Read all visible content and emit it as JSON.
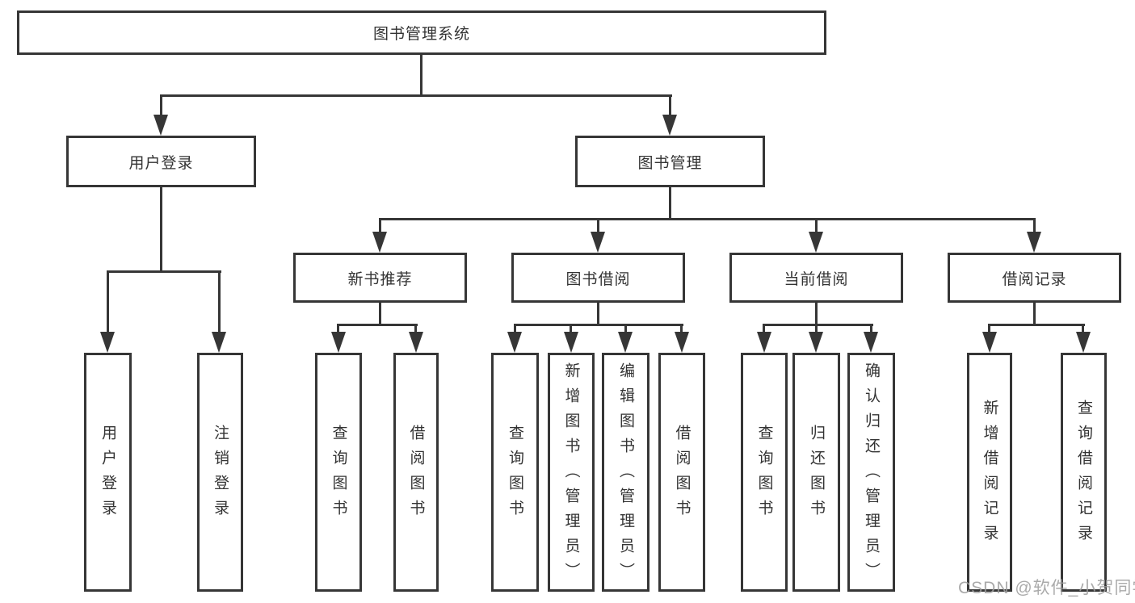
{
  "diagram": {
    "title": "图书管理系统",
    "watermark": "CSDN @软件_小贺同学",
    "nodes": [
      {
        "id": "root",
        "label": "图书管理系统"
      },
      {
        "id": "user-login-group",
        "label": "用户登录"
      },
      {
        "id": "book-management",
        "label": "图书管理"
      },
      {
        "id": "new-book-recommend",
        "label": "新书推荐"
      },
      {
        "id": "book-borrow",
        "label": "图书借阅"
      },
      {
        "id": "current-borrow",
        "label": "当前借阅"
      },
      {
        "id": "borrow-records",
        "label": "借阅记录"
      },
      {
        "id": "user-login",
        "label": "用户登录"
      },
      {
        "id": "logout",
        "label": "注销登录"
      },
      {
        "id": "nbr-query-books",
        "label": "查询图书"
      },
      {
        "id": "nbr-borrow-books",
        "label": "借阅图书"
      },
      {
        "id": "bb-query-books",
        "label": "查询图书"
      },
      {
        "id": "bb-add-books",
        "label": "新增图书（管理员）"
      },
      {
        "id": "bb-edit-books",
        "label": "编辑图书（管理员）"
      },
      {
        "id": "bb-borrow-books",
        "label": "借阅图书"
      },
      {
        "id": "cb-query-books",
        "label": "查询图书"
      },
      {
        "id": "cb-return-books",
        "label": "归还图书"
      },
      {
        "id": "cb-confirm-return",
        "label": "确认归还（管理员）"
      },
      {
        "id": "br-add-record",
        "label": "新增借阅记录"
      },
      {
        "id": "br-query-record",
        "label": "查询借阅记录"
      }
    ],
    "edges": [
      {
        "from": "root",
        "to": "user-login-group"
      },
      {
        "from": "root",
        "to": "book-management"
      },
      {
        "from": "user-login-group",
        "to": "user-login"
      },
      {
        "from": "user-login-group",
        "to": "logout"
      },
      {
        "from": "book-management",
        "to": "new-book-recommend"
      },
      {
        "from": "book-management",
        "to": "book-borrow"
      },
      {
        "from": "book-management",
        "to": "current-borrow"
      },
      {
        "from": "book-management",
        "to": "borrow-records"
      },
      {
        "from": "new-book-recommend",
        "to": "nbr-query-books"
      },
      {
        "from": "new-book-recommend",
        "to": "nbr-borrow-books"
      },
      {
        "from": "book-borrow",
        "to": "bb-query-books"
      },
      {
        "from": "book-borrow",
        "to": "bb-add-books"
      },
      {
        "from": "book-borrow",
        "to": "bb-edit-books"
      },
      {
        "from": "book-borrow",
        "to": "bb-borrow-books"
      },
      {
        "from": "current-borrow",
        "to": "cb-query-books"
      },
      {
        "from": "current-borrow",
        "to": "cb-return-books"
      },
      {
        "from": "current-borrow",
        "to": "cb-confirm-return"
      },
      {
        "from": "borrow-records",
        "to": "br-add-record"
      },
      {
        "from": "borrow-records",
        "to": "br-query-record"
      }
    ],
    "colors": {
      "line": "#363636",
      "text": "#333333",
      "watermark": "#9e9e9e",
      "background": "#ffffff"
    }
  }
}
